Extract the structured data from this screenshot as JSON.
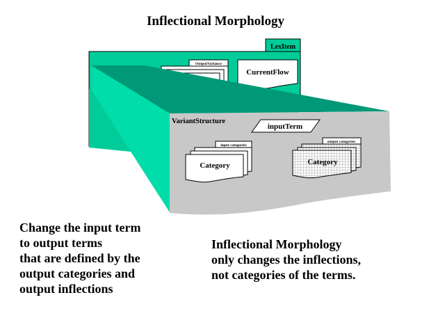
{
  "title": "Inflectional Morphology",
  "colors": {
    "lexitem_fill": "#00cc99",
    "funnel_top": "#009977",
    "funnel_side_light": "#00ddaa",
    "funnel_side_mid": "#00cc99",
    "variant_panel": "#c8c8c8",
    "box_fill": "#ffffff",
    "outline": "#000000",
    "grid_line": "#a8a8a8"
  },
  "diagram": {
    "lexitem": {
      "label": "LexItem",
      "output_variance": {
        "label": "OutputVariance"
      },
      "current_flow": {
        "label": "CurrentFlow"
      }
    },
    "variant_structure": {
      "label": "VariantStructure",
      "input_term": {
        "label": "inputTerm"
      },
      "input_categories": {
        "tab_label": "input categories",
        "card_label": "Category"
      },
      "output_categories": {
        "tab_label": "output categories",
        "card_label": "Category"
      }
    }
  },
  "notes": {
    "left": {
      "lines": [
        "Change the input term",
        "to output terms",
        "that are defined by the",
        "output categories and",
        "output inflections"
      ]
    },
    "right": {
      "lines": [
        "Inflectional Morphology",
        "only changes the inflections,",
        "not categories of the terms."
      ]
    }
  }
}
